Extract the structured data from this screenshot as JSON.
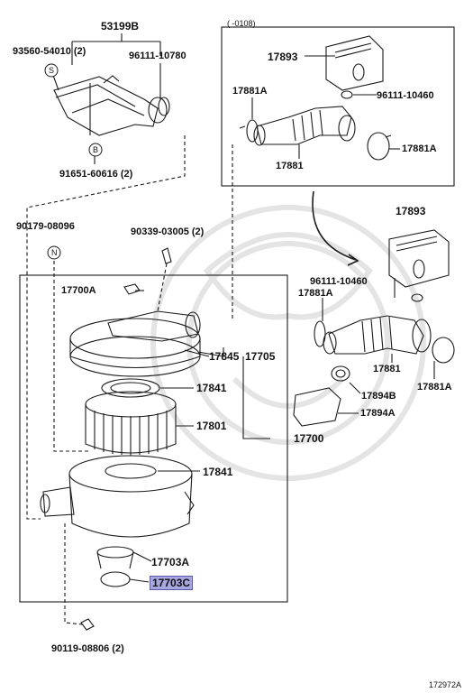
{
  "labels": {
    "p53199b": "53199B",
    "p93560": "93560-54010 (2)",
    "p96111_10780": "96111-10780",
    "p91651": "91651-60616 (2)",
    "p90179": "90179-08096",
    "p90339": "90339-03005 (2)",
    "p17700a": "17700A",
    "p17845": "17845",
    "p17705": "17705",
    "p17841_top": "17841",
    "p17801": "17801",
    "p17700": "17700",
    "p17841_bot": "17841",
    "p17703a": "17703A",
    "p17703c": "17703C",
    "p90119": "90119-08806 (2)",
    "inset_range": "(       -0108)",
    "inset_17893": "17893",
    "inset_17881a_l": "17881A",
    "inset_96111": "96111-10460",
    "inset_17881": "17881",
    "inset_17881a_r": "17881A",
    "r17893": "17893",
    "r96111": "96111-10460",
    "r17881a_l": "17881A",
    "r17881": "17881",
    "r17881a_r": "17881A",
    "r17894b": "17894B",
    "r17894a": "17894A",
    "ref_code": "172972A"
  },
  "callouts": {
    "s": "S",
    "b": "B",
    "n": "N"
  },
  "colors": {
    "line": "#1a1a1a",
    "highlight": "#a8a8e0",
    "watermark": "#e6e6e6"
  }
}
